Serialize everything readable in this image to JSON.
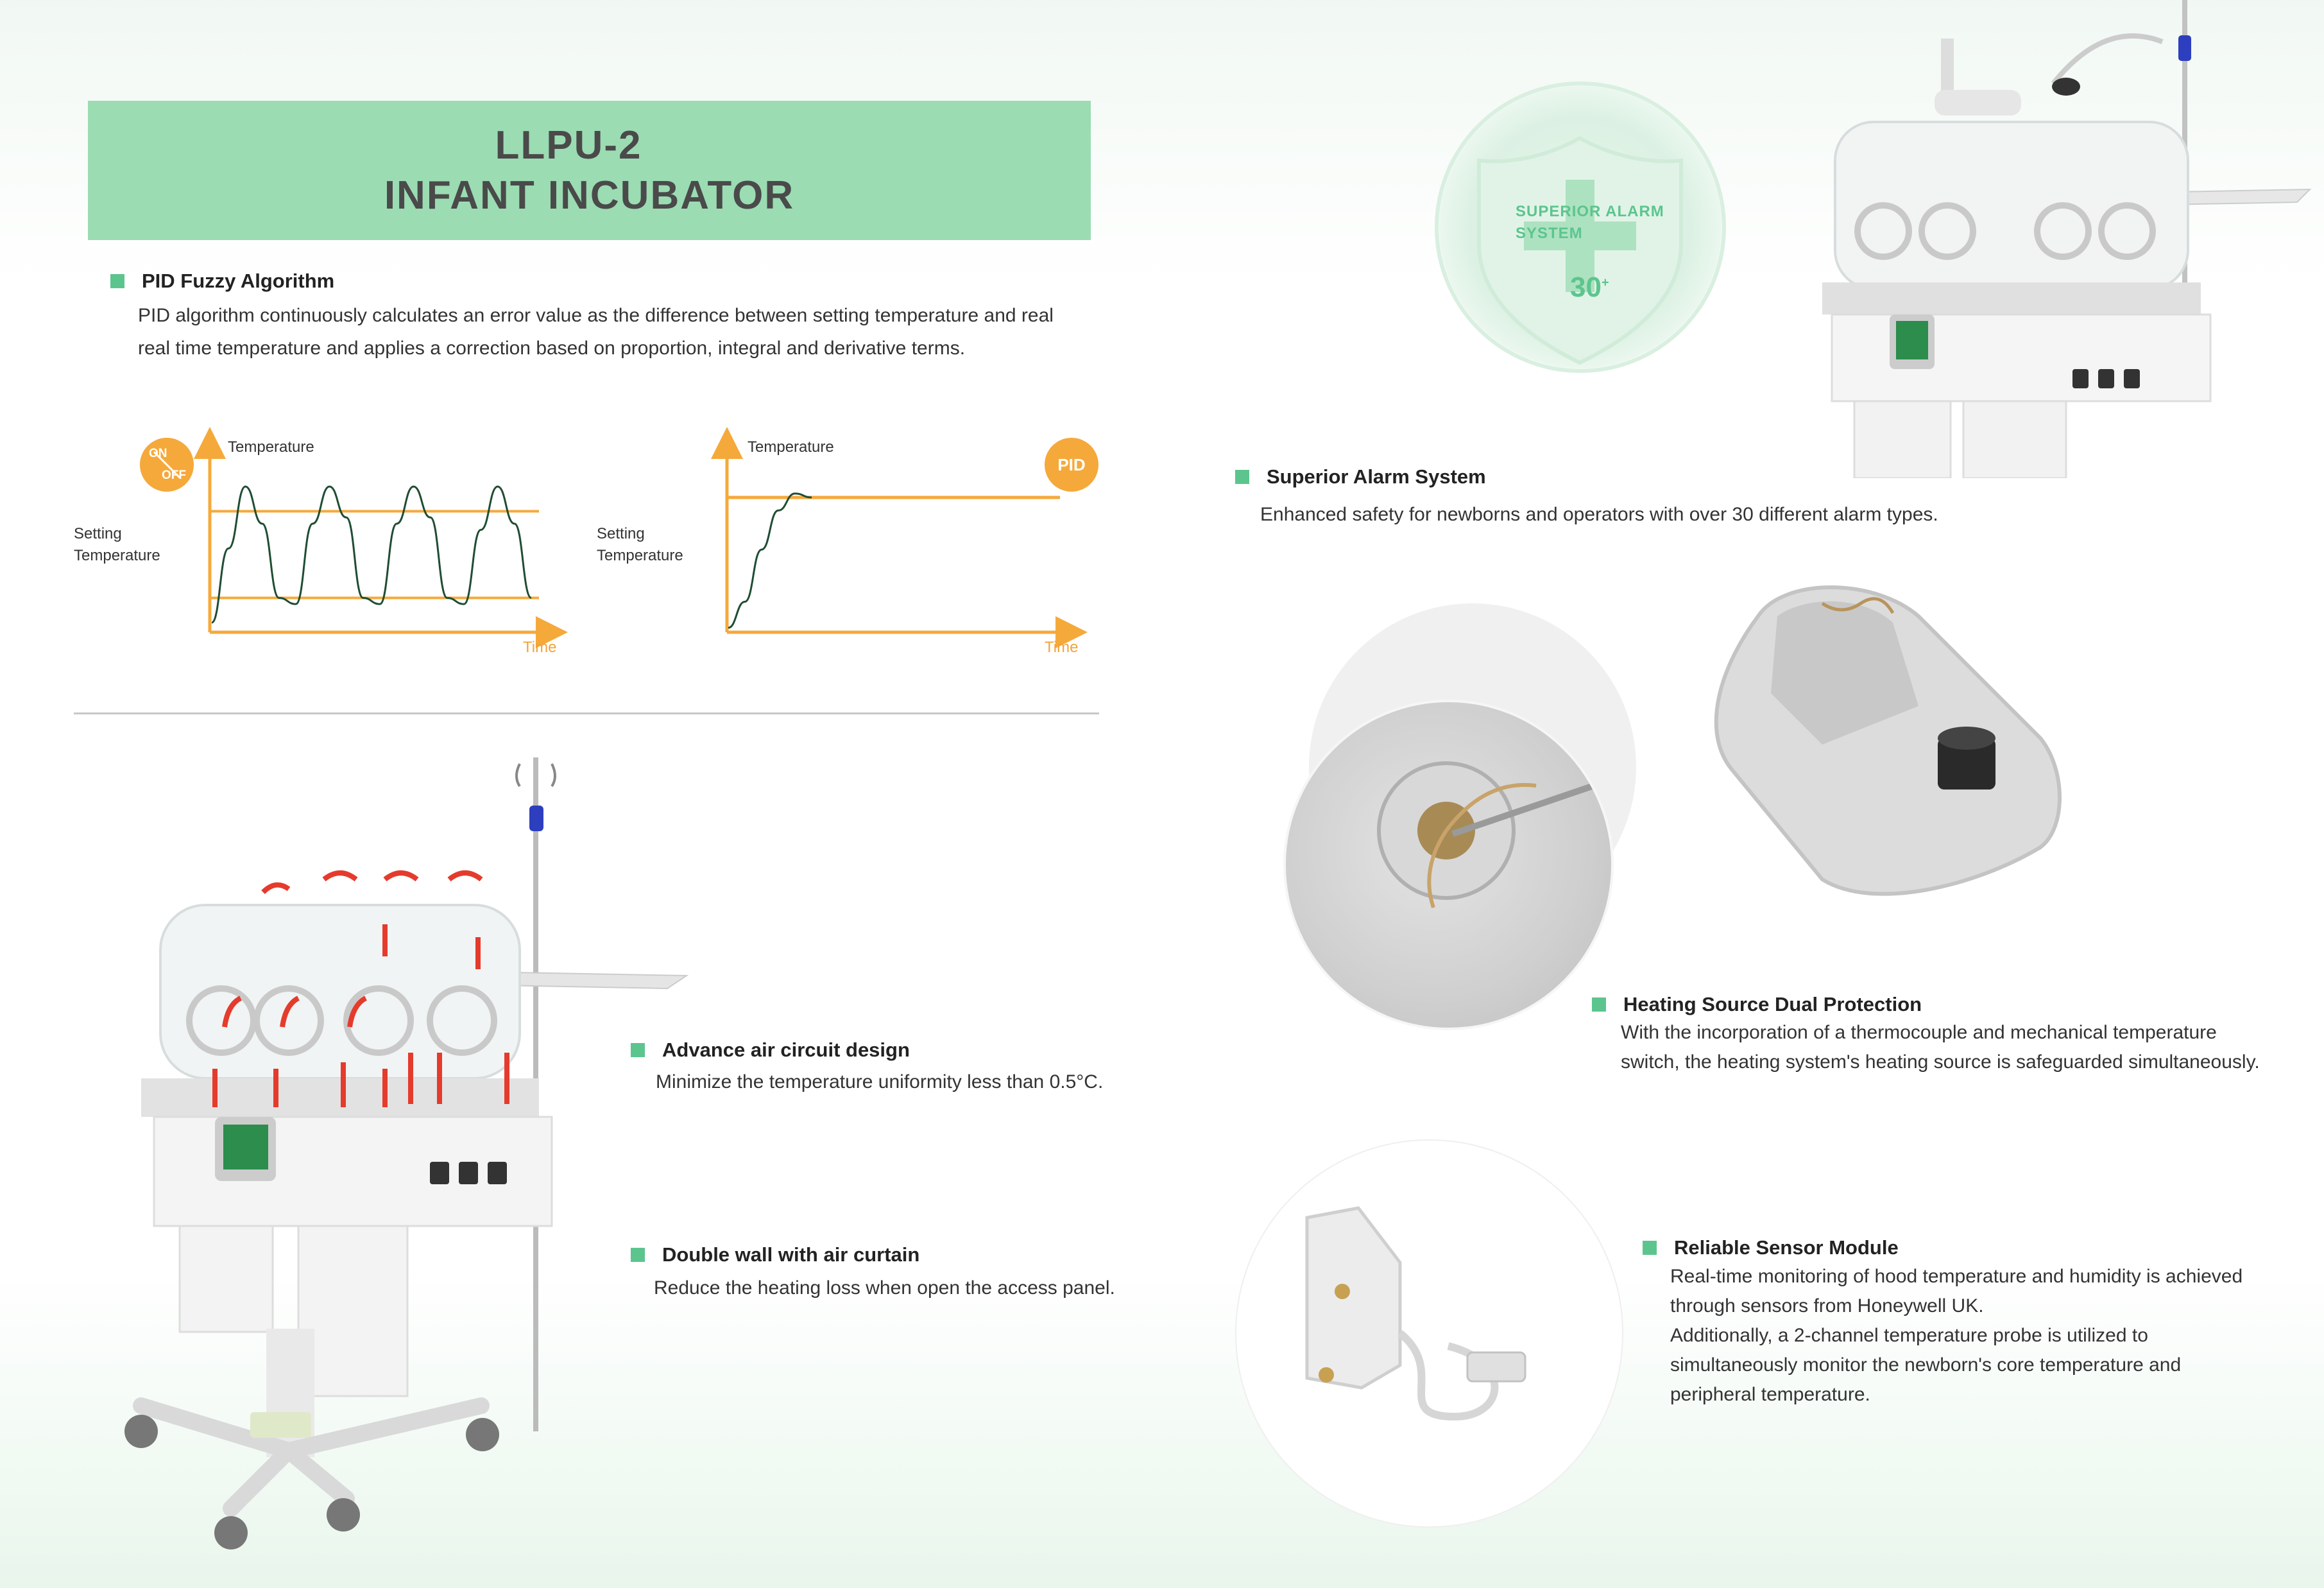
{
  "banner": {
    "line1": "LLPU-2",
    "line2": "INFANT INCUBATOR"
  },
  "pid_section": {
    "title": "PID Fuzzy Algorithm",
    "line1": "PID algorithm continuously calculates an error value as the difference between setting temperature and real",
    "line2": "real time temperature and applies a correction based on proportion, integral and derivative terms."
  },
  "chart_data": [
    {
      "type": "line",
      "ylabel": "Temperature",
      "xlabel": "Time",
      "badge": "ON/OFF",
      "badge_top": "ON",
      "badge_bottom": "OFF",
      "reference_label": [
        "Setting",
        "Temperature"
      ],
      "series": [
        {
          "values": [
            0.0,
            0.6,
            1.1,
            0.8,
            0.2,
            0.15,
            0.8,
            1.1,
            0.85,
            0.2,
            0.15,
            0.8,
            1.1,
            0.85,
            0.2,
            0.15,
            0.75,
            1.1,
            0.8,
            0.2
          ]
        }
      ],
      "upper_band": 0.9,
      "lower_band": 0.2
    },
    {
      "type": "line",
      "ylabel": "Temperature",
      "xlabel": "Time",
      "badge": "PID",
      "reference_label": [
        "Setting",
        "Temperature"
      ],
      "series": [
        {
          "values": [
            0.0,
            0.2,
            0.6,
            0.9,
            1.03,
            1.0,
            1.0,
            1.0,
            1.0,
            1.0
          ]
        }
      ],
      "setpoint": 1.0
    }
  ],
  "alarm_section": {
    "emblem_line1": "SUPERIOR  ALARM",
    "emblem_line2": "SYSTEM",
    "emblem_number": "30",
    "emblem_sup": "+",
    "title": "Superior Alarm System",
    "text": "Enhanced safety for newborns and operators with over 30 different alarm types."
  },
  "air_circuit": {
    "title": "Advance air circuit design",
    "text": "Minimize the temperature uniformity less than 0.5°C."
  },
  "double_wall": {
    "title": "Double wall with air curtain",
    "text": "Reduce the heating loss when open the access panel."
  },
  "heating": {
    "title": "Heating Source Dual Protection",
    "line1": "With the incorporation of a thermocouple and mechanical temperature",
    "line2": "switch, the heating system's heating source is safeguarded simultaneously."
  },
  "sensor": {
    "title": "Reliable Sensor Module",
    "line1": "Real-time monitoring of hood temperature and humidity is achieved",
    "line2": "through sensors from Honeywell UK.",
    "line3": "Additionally, a 2-channel temperature probe is utilized to",
    "line4": "simultaneously monitor the newborn's core temperature and",
    "line5": "peripheral temperature."
  },
  "colors": {
    "accent_green": "#5cc58e",
    "banner_green": "#9bdcb3",
    "chart_orange": "#f5a93b",
    "curve_green": "#1f4d33",
    "arrow_red": "#e53b2c"
  }
}
